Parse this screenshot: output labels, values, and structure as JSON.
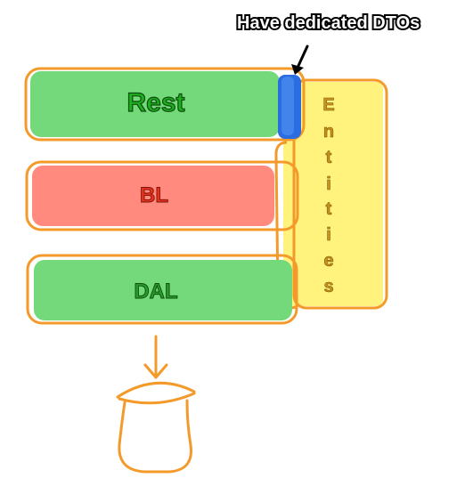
{
  "annotation": {
    "text": "Have dedicated DTOs"
  },
  "layers": {
    "rest": {
      "label": "Rest"
    },
    "bl": {
      "label": "BL"
    },
    "dal": {
      "label": "DAL"
    }
  },
  "entities": {
    "letters": [
      "E",
      "n",
      "t",
      "i",
      "t",
      "i",
      "e",
      "s"
    ]
  },
  "colors": {
    "outline_orange": "#f39a2b",
    "rest_fill": "#73d97a",
    "bl_fill": "#ff8a7d",
    "dal_fill": "#73d97a",
    "entities_fill": "#fff176",
    "dto_blue": "#2a6de0",
    "rest_text": "#1fae1f",
    "bl_text": "#e8321e",
    "dal_text": "#2a9a2a",
    "entities_text": "#c9941c"
  }
}
